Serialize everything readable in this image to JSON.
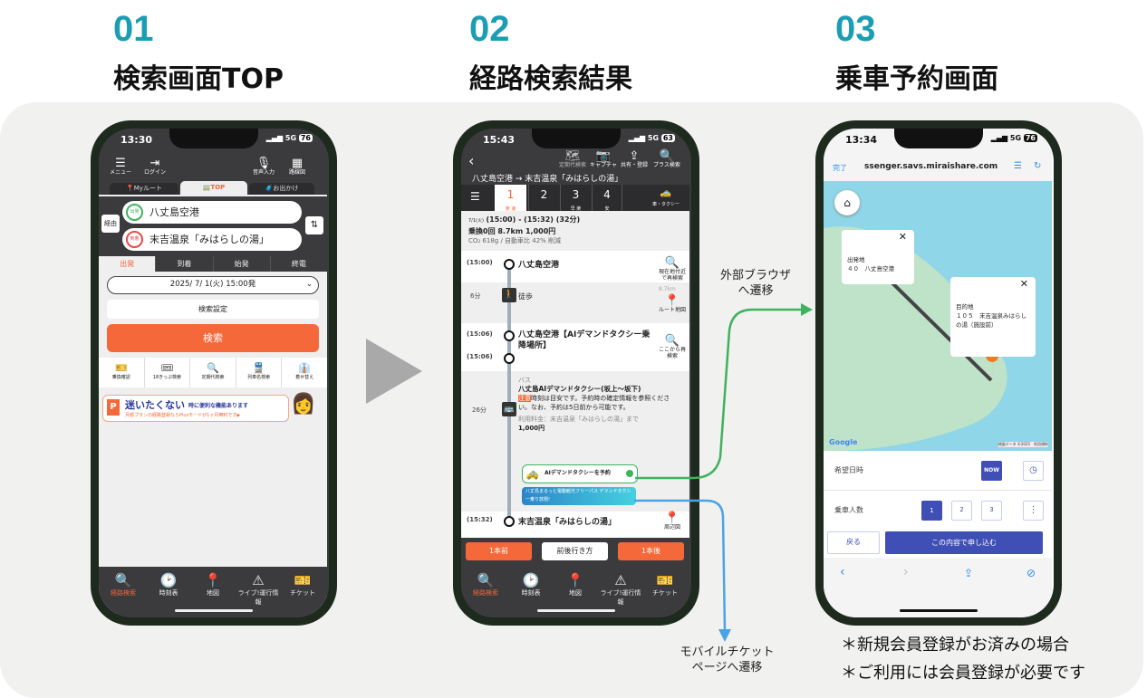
{
  "steps": [
    {
      "num": "01",
      "title": "検索画面TOP"
    },
    {
      "num": "02",
      "title": "経路検索結果"
    },
    {
      "num": "03",
      "title": "乗車予約画面"
    }
  ],
  "colors": {
    "accent": "#1b9db3",
    "orange": "#f4683a",
    "green": "#3fb25e",
    "blue": "#4ba3e3",
    "indigo": "#3f4fb5"
  },
  "phone1": {
    "time": "13:30",
    "signal": "5G",
    "battery": "76",
    "toolbar": [
      {
        "icon": "menu-icon",
        "label": "メニュー"
      },
      {
        "icon": "login-icon",
        "label": "ログイン"
      },
      {
        "icon": "mic-icon",
        "label": "音声入力"
      },
      {
        "icon": "map-icon",
        "label": "路線図"
      }
    ],
    "tabs": [
      "Myルート",
      "TOP",
      "お出かけ"
    ],
    "via": "経由",
    "from_badge": "出発",
    "from": "八丈島空港",
    "to_badge": "到着",
    "to": "末吉温泉「みはらしの湯」",
    "time_tabs": [
      "出発",
      "到着",
      "始発",
      "終電"
    ],
    "datetime": "2025/ 7/ 1(火) 15:00発",
    "settings": "検索設定",
    "search": "検索",
    "shortcuts": [
      "乗換確認",
      "18きっぷ検索",
      "定期代検索",
      "列車名検索",
      "着せ替え"
    ],
    "banner_title": "迷いたくない",
    "banner_title_rest": "時に便利な機能あります",
    "banner_sub": "月額プランの経路登録ならPlusモードが1ヶ月無料です▶",
    "nav": [
      "経路検索",
      "時刻表",
      "地図",
      "ライブ!運行情報",
      "チケット"
    ]
  },
  "phone2": {
    "time": "15:43",
    "signal": "5G",
    "battery": "63",
    "toolbar": [
      "定期代検索",
      "キャプチャ",
      "共有・登録",
      "プラス検索"
    ],
    "route_title": "八丈島空港 → 末吉温泉「みはらしの湯」",
    "route_tabs": [
      {
        "n": "1",
        "sub": "楽 速"
      },
      {
        "n": "2",
        "sub": ""
      },
      {
        "n": "3",
        "sub": "早 楽"
      },
      {
        "n": "4",
        "sub": "安"
      }
    ],
    "car_tab": "車・タクシー",
    "date": "7/1(火)",
    "times": "(15:00) - (15:32) (32分)",
    "summary": "乗換0回 8.7km 1,000円",
    "co2": "CO₂ 618g / 自動車比 42% 削減",
    "stops": [
      {
        "time": "(15:00)",
        "name": "八丈島空港",
        "action": "現在地付近で再検索"
      },
      {
        "time": "(15:06)",
        "name": "八丈島空港【AIデマンドタクシー乗降場所】",
        "action": "ここから再検索"
      },
      {
        "time": "(15:06)"
      },
      {
        "time": "(15:32)",
        "name": "末吉温泉「みはらしの湯」",
        "action": "周辺図"
      }
    ],
    "walk": {
      "dur": "6分",
      "label": "徒歩",
      "dist": "8.7km",
      "action": "ルート地図"
    },
    "bus": {
      "dur": "26分",
      "type": "バス",
      "name": "八丈島AIデマンドタクシー(坂上～坂下)",
      "tag": "注意",
      "note": "時刻は目安です。予約時の確定情報を参照ください。なお、予約は5日前から可能です。",
      "fare_label": "利用料金：末吉温泉「みはらしの湯」まで",
      "fare": "1,000円"
    },
    "reserve": "AIデマンドタクシーを予約",
    "promo": "八丈島まるっと電動観光フリーパス デマンドタクシー乗り放題!",
    "prev": "1本前",
    "around": "前後行き方",
    "next": "1本後",
    "nav": [
      "経路検索",
      "時刻表",
      "地図",
      "ライブ!運行情報",
      "チケット"
    ]
  },
  "phone3": {
    "time": "13:34",
    "signal": "5G",
    "battery": "76",
    "done": "完了",
    "url": "ssenger.savs.miraishare.com",
    "origin_label": "出発地",
    "origin": "４０　八丈島空港",
    "dest_label": "目的地",
    "dest": "１０５　末吉温泉みはらしの湯（施設前）",
    "map_credit": "地図データ ©2025　利用規約",
    "google": "Google",
    "datetime_label": "希望日時",
    "now": "NOW",
    "pax_label": "乗車人数",
    "pax": [
      "1",
      "2",
      "3"
    ],
    "pax_selected": "1",
    "back": "戻る",
    "submit": "この内容で申し込む"
  },
  "arrows": {
    "external": "外部ブラウザ\nへ遷移",
    "mobile": "モバイルチケット\nページへ遷移"
  },
  "notes": [
    "＊新規会員登録がお済みの場合",
    "＊ご利用には会員登録が必要です"
  ]
}
